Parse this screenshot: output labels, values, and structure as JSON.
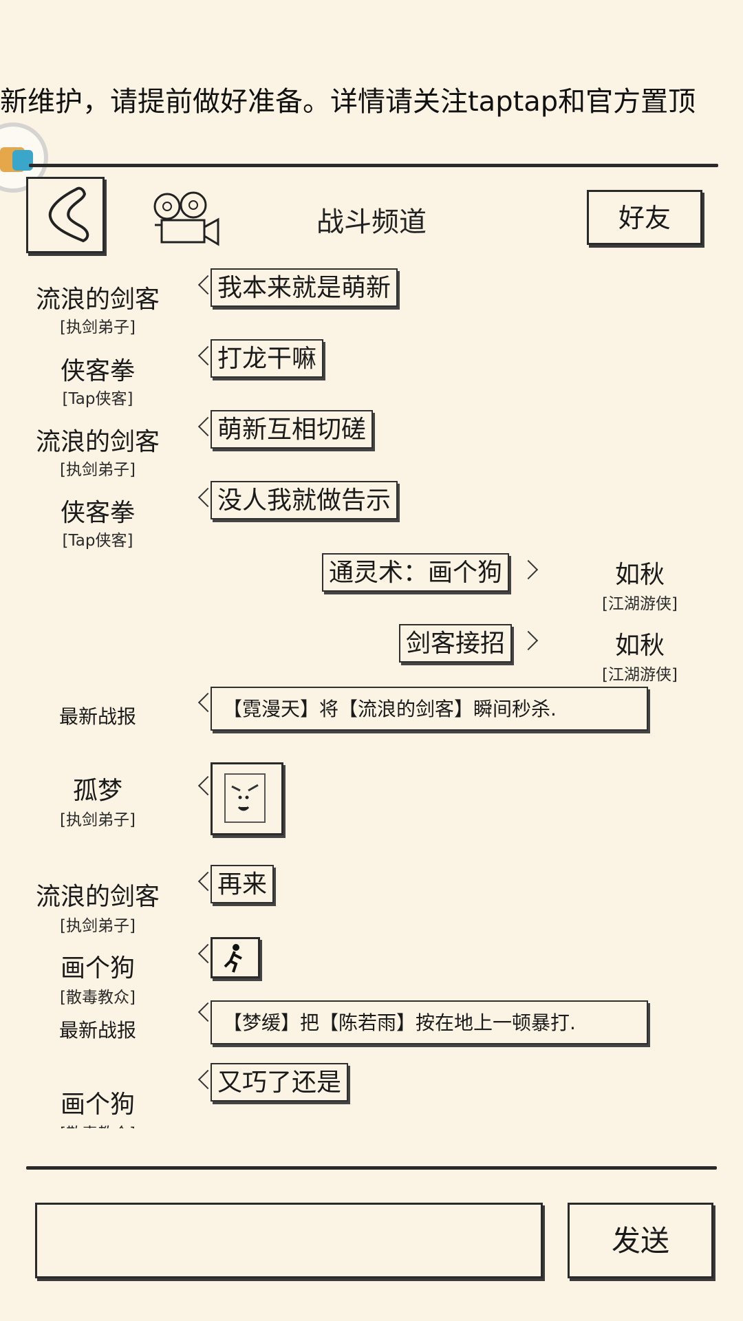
{
  "marquee": {
    "text": "新维护，请提前做好准备。详情请关注taptap和官方置顶"
  },
  "header": {
    "title": "战斗频道",
    "friend_label": "好友",
    "back_icon": "back-arrow-icon",
    "camera_icon": "movie-camera-icon"
  },
  "messages": [
    {
      "side": "left",
      "name": "流浪的剑客",
      "tag": "[执剑弟子]",
      "text": "我本来就是萌新"
    },
    {
      "side": "left",
      "name": "侠客拳",
      "tag": "[Tap侠客]",
      "text": "打龙干嘛"
    },
    {
      "side": "left",
      "name": "流浪的剑客",
      "tag": "[执剑弟子]",
      "text": "萌新互相切磋"
    },
    {
      "side": "left",
      "name": "侠客拳",
      "tag": "[Tap侠客]",
      "text": "没人我就做告示"
    },
    {
      "side": "right",
      "name": "如秋",
      "tag": "[江湖游侠]",
      "text": "通灵术：画个狗"
    },
    {
      "side": "right",
      "name": "如秋",
      "tag": "[江湖游侠]",
      "text": "剑客接招"
    },
    {
      "side": "left",
      "name": "最新战报",
      "tag": "",
      "text": "【霓漫天】将【流浪的剑客】瞬间秒杀.",
      "report": true
    },
    {
      "side": "left",
      "name": "孤梦",
      "tag": "[执剑弟子]",
      "sticker": "angry-face-sticker"
    },
    {
      "side": "left",
      "name": "流浪的剑客",
      "tag": "[执剑弟子]",
      "text": "再来"
    },
    {
      "side": "left",
      "name": "画个狗",
      "tag": "[散毒教众]",
      "sticker": "running-figure-icon"
    },
    {
      "side": "left",
      "name": "最新战报",
      "tag": "",
      "text": "【梦缓】把【陈若雨】按在地上一顿暴打.",
      "report": true
    },
    {
      "side": "left",
      "name": "画个狗",
      "tag": "[散毒教众]",
      "text": "又巧了还是"
    }
  ],
  "input": {
    "placeholder": "",
    "value": ""
  },
  "send_label": "发送"
}
